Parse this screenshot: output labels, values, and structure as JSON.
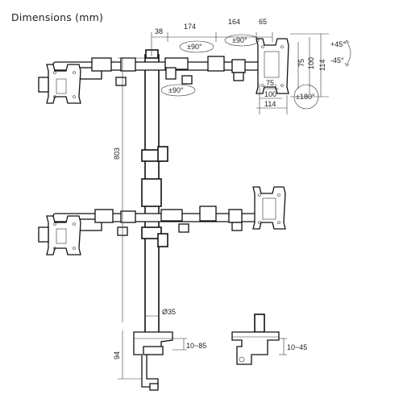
{
  "title": "Dimensions (mm)",
  "dims": {
    "d38": "38",
    "d174": "174",
    "d164": "164",
    "d65": "65",
    "d75v": "75",
    "d100v": "100",
    "d114v": "114",
    "d75h": "75",
    "d100h": "100",
    "d114h": "114",
    "height": "803",
    "pole_dia": "Ø35",
    "clamp_range": "10~85",
    "grommet_range": "10~45",
    "base_h": "94"
  },
  "rotations": {
    "swivel_a": "±90°",
    "swivel_b": "±90°",
    "swivel_c": "±90°",
    "tilt_up": "+45°",
    "tilt_down": "-45°",
    "rotate": "±180°"
  },
  "colors": {
    "line": "#111111",
    "background": "#ffffff"
  }
}
